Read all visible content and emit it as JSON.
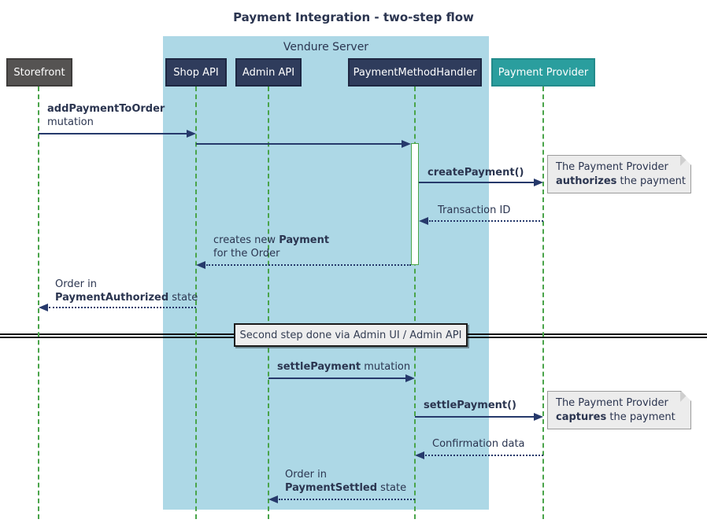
{
  "title": "Payment Integration - two-step flow",
  "container": {
    "label": "Vendure Server"
  },
  "participants": {
    "storefront": "Storefront",
    "shop_api": "Shop API",
    "admin_api": "Admin API",
    "payment_method_handler": "PaymentMethodHandler",
    "payment_provider": "Payment Provider"
  },
  "messages": {
    "add_payment": {
      "line1": "addPaymentToOrder",
      "line2": "mutation"
    },
    "create_payment": {
      "label": "createPayment()"
    },
    "transaction_id": {
      "label": "Transaction ID"
    },
    "creates_payment": {
      "line1_rest": "creates new ",
      "line1_bold": "Payment",
      "line2": "for the Order"
    },
    "order_authorized": {
      "line1": "Order in",
      "line2_bold": "PaymentAuthorized",
      "line2_rest": " state"
    },
    "settle_mutation": {
      "bold": "settlePayment",
      "rest": " mutation"
    },
    "settle_call": {
      "label": "settlePayment()"
    },
    "confirmation": {
      "label": "Confirmation data"
    },
    "order_settled": {
      "line1": "Order in",
      "line2_bold": "PaymentSettled",
      "line2_rest": " state"
    }
  },
  "divider": {
    "label": "Second step done via Admin UI / Admin API"
  },
  "notes": {
    "authorize": {
      "line1": "The Payment Provider",
      "line2_bold": "authorizes",
      "line2_rest": " the payment"
    },
    "capture": {
      "line1": "The Payment Provider",
      "line2_bold": "captures",
      "line2_rest": " the payment"
    }
  },
  "colors": {
    "container_fill": "#ADD8E6",
    "participant_fill": "#2F3C5C",
    "participant_border": "#1E2742",
    "actor_fill": "#555352",
    "provider_fill": "#2A9E9E",
    "lifeline_green": "#4AA44A",
    "arrow_navy": "#26396B",
    "text_navy": "#2B3550",
    "note_fill": "#ECECEC",
    "divider_box_fill": "#EEEEEE"
  }
}
